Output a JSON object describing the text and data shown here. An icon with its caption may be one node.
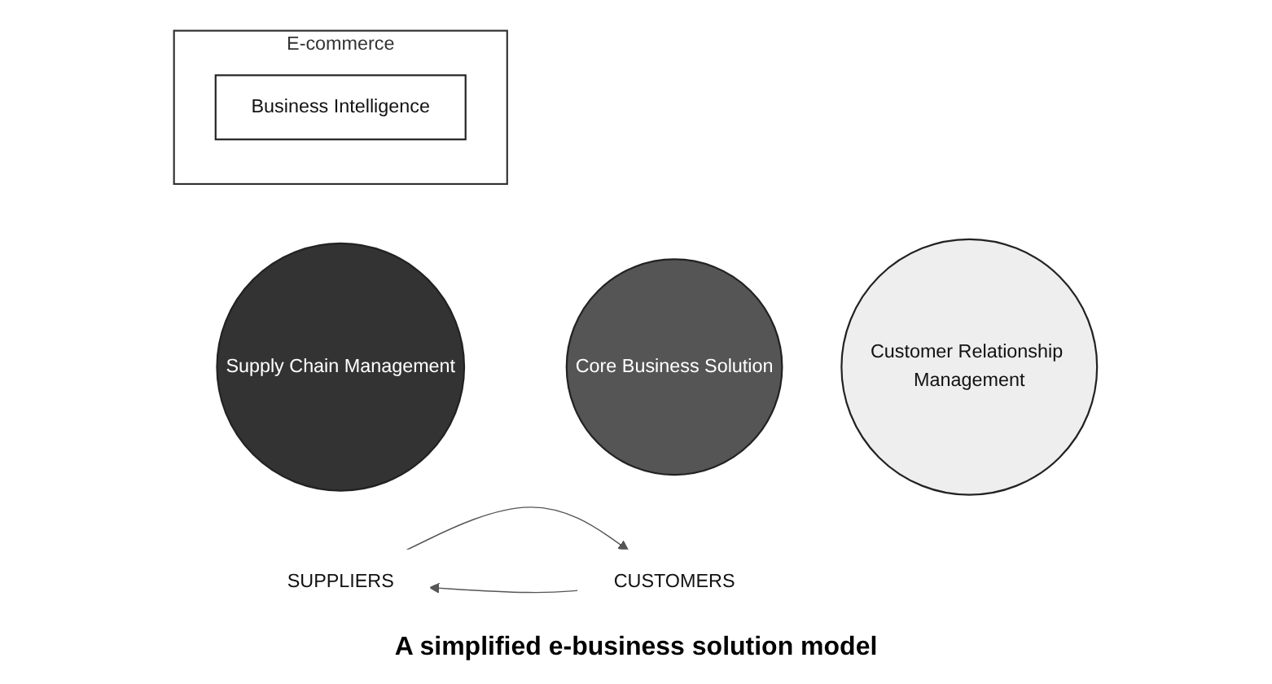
{
  "diagram": {
    "caption": "A simplified e-business solution model",
    "nodes": [
      {
        "text": [
          "E-commerce"
        ]
      },
      {
        "text": [
          "SUPPLIERS"
        ]
      },
      {
        "text": [
          "Supply Chain Management"
        ]
      },
      {
        "text": [
          "Core Business Solution"
        ]
      },
      {
        "text": [
          "Customer Relationship Management"
        ]
      },
      {
        "text": [
          "CUSTOMERS"
        ]
      },
      {
        "text": [
          "Business Intelligence"
        ],
        "in": 0
      }
    ],
    "edges": [
      {
        "from": 1,
        "to": 5,
        "arrow": "to"
      },
      {
        "from": 5,
        "to": 1,
        "arrow": "to"
      }
    ]
  }
}
